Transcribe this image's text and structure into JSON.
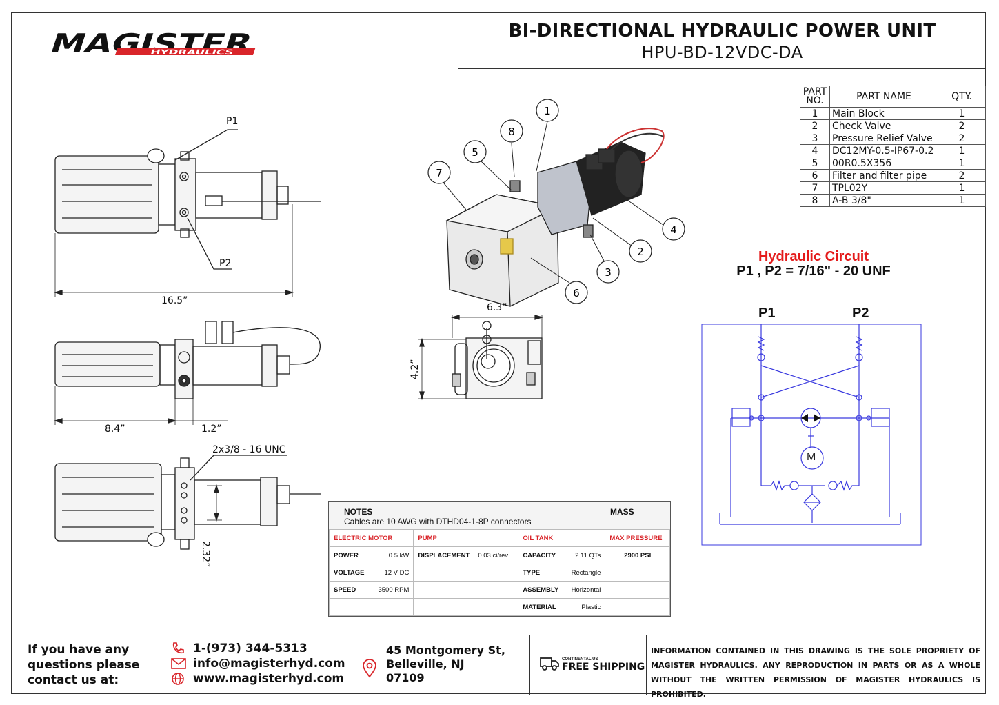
{
  "header": {
    "title": "BI-DIRECTIONAL HYDRAULIC POWER UNIT",
    "model": "HPU-BD-12VDC-DA"
  },
  "logo": {
    "brand": "MAGISTER",
    "sub": "HYDRAULICS",
    "accent": "#d9252a"
  },
  "parts_table": {
    "headers": {
      "no_line1": "PART",
      "no_line2": "NO.",
      "name": "PART NAME",
      "qty": "QTY."
    },
    "rows": [
      {
        "no": "1",
        "name": "Main Block",
        "qty": "1"
      },
      {
        "no": "2",
        "name": "Check Valve",
        "qty": "2"
      },
      {
        "no": "3",
        "name": "Pressure Relief Valve",
        "qty": "2"
      },
      {
        "no": "4",
        "name": "DC12MY-0.5-IP67-0.2",
        "qty": "1"
      },
      {
        "no": "5",
        "name": "00R0.5X356",
        "qty": "1"
      },
      {
        "no": "6",
        "name": "Filter and filter pipe",
        "qty": "2"
      },
      {
        "no": "7",
        "name": "TPL02Y",
        "qty": "1"
      },
      {
        "no": "8",
        "name": "A-B 3/8\"",
        "qty": "1"
      }
    ]
  },
  "drawing": {
    "p1": "P1",
    "p2": "P2",
    "length_total": "16.5”",
    "length_tank": "8.4”",
    "length_block": "1.2”",
    "width": "6.3”",
    "height": "4.2”",
    "port_spacing": "2.32”",
    "mount_thread": "2x3/8 - 16 UNC",
    "balloons": [
      "1",
      "2",
      "3",
      "4",
      "5",
      "6",
      "7",
      "8"
    ]
  },
  "circuit": {
    "title": "Hydraulic Circuit",
    "ports": "P1 , P2 = 7/16\" - 20 UNF",
    "p1": "P1",
    "p2": "P2",
    "motor": "M",
    "line_color": "#3a3adf",
    "title_color": "#e41b1b"
  },
  "notes": {
    "label": "NOTES",
    "text": "Cables are 10 AWG with DTHD04-1-8P connectors",
    "mass_label": "MASS"
  },
  "specs": {
    "sections": {
      "motor": "ELECTRIC MOTOR",
      "pump": "PUMP",
      "tank": "OIL TANK",
      "pressure": "MAX PRESSURE"
    },
    "motor": [
      {
        "label": "POWER",
        "value": "0.5 kW"
      },
      {
        "label": "VOLTAGE",
        "value": "12 V DC"
      },
      {
        "label": "SPEED",
        "value": "3500 RPM"
      }
    ],
    "pump": {
      "label": "DISPLACEMENT",
      "value": "0.03 ci/rev"
    },
    "tank": [
      {
        "label": "CAPACITY",
        "value": "2.11 QTs"
      },
      {
        "label": "TYPE",
        "value": "Rectangle"
      },
      {
        "label": "ASSEMBLY",
        "value": "Horizontal"
      },
      {
        "label": "MATERIAL",
        "value": "Plastic"
      }
    ],
    "max_pressure": "2900 PSI"
  },
  "footer": {
    "ask": [
      "If you have any",
      "questions please",
      "contact us at:"
    ],
    "phone": "1-(973) 344-5313",
    "email": "info@magisterhyd.com",
    "web": "www.magisterhyd.com",
    "address": [
      "45 Montgomery St,",
      "Belleville, NJ",
      "07109"
    ],
    "ship_small": "CONTINENTAL US",
    "ship_big": "FREE SHIPPING",
    "legal": "INFORMATION CONTAINED IN THIS DRAWING IS THE SOLE PROPRIETY OF MAGISTER HYDRAULICS. ANY REPRODUCTION IN PARTS OR AS A WHOLE WITHOUT THE WRITTEN PERMISSION OF MAGISTER HYDRAULICS IS PROHIBITED.",
    "icons": [
      "phone-icon",
      "email-icon",
      "globe-icon",
      "location-icon",
      "truck-icon"
    ]
  }
}
